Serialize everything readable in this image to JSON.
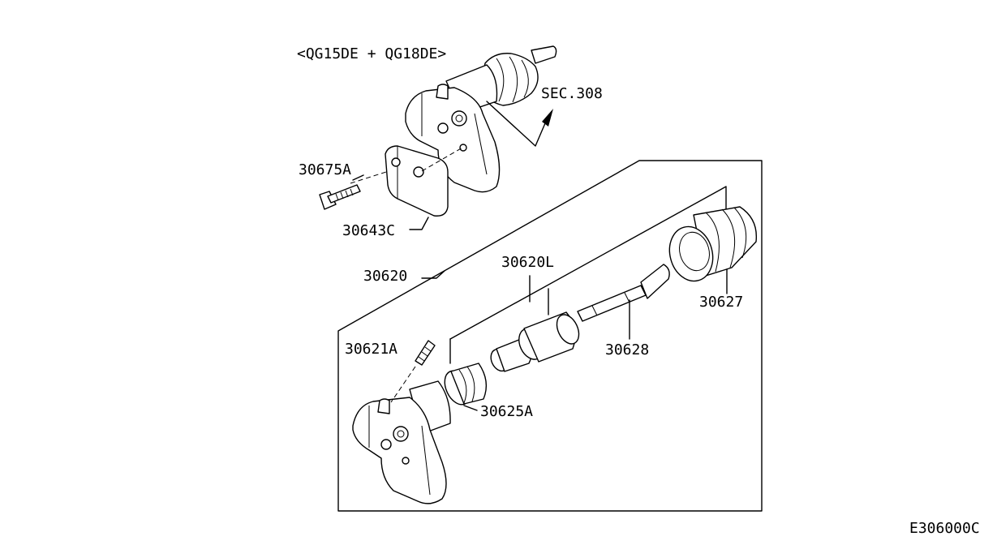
{
  "diagram": {
    "variant_label": "<QG15DE + QG18DE>",
    "section_ref": "SEC.308",
    "diagram_code": "E306000C",
    "parts": {
      "bolt": "30675A",
      "bracket_plate": "30643C",
      "operating_cylinder_assy": "30620",
      "cylinder_kit": "30620L",
      "bleeder_screw": "30621A",
      "dust_cover": "30625A",
      "push_rod": "30628",
      "boot": "30627"
    }
  }
}
